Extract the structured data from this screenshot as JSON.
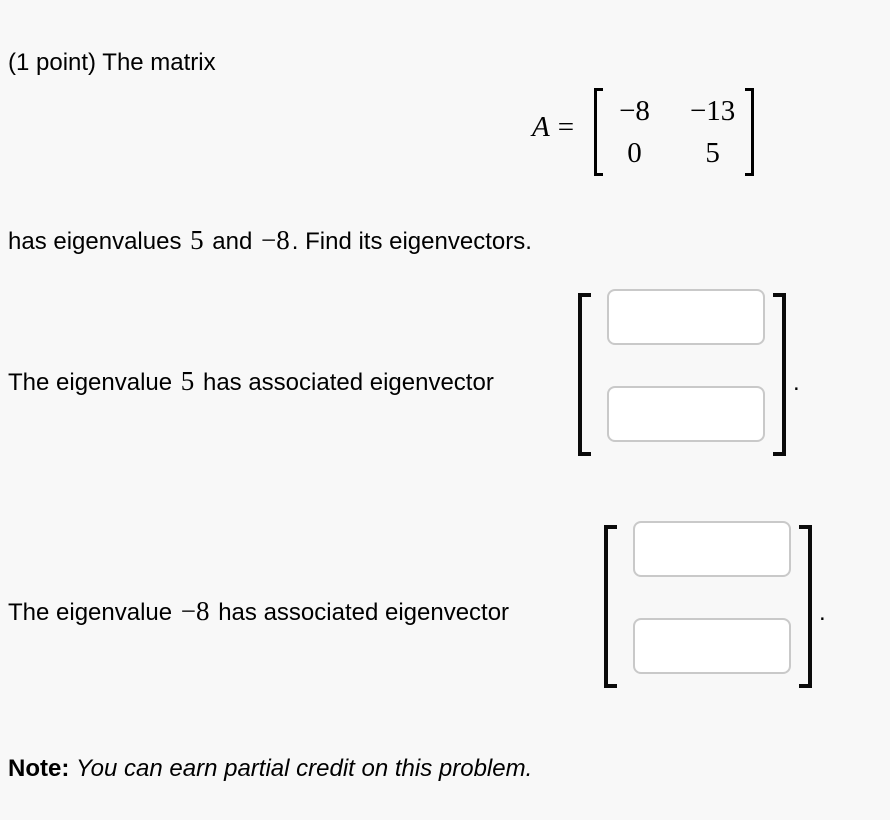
{
  "colors": {
    "background": "#f8f8f8",
    "text": "#000000",
    "bracket": "#0b0b0b",
    "input_border": "#c9c9c9",
    "input_background": "#ffffff"
  },
  "intro": "(1 point) The matrix",
  "matrix": {
    "variable": "A",
    "equals": "=",
    "rows": [
      [
        "−8",
        "−13"
      ],
      [
        "0",
        "5"
      ]
    ]
  },
  "eigenline": {
    "pre": "has eigenvalues ",
    "eigenvalue1": "5",
    "mid": " and ",
    "eigenvalue2": "−8",
    "post": ". Find its eigenvectors."
  },
  "vector1": {
    "label_pre": "The eigenvalue ",
    "eigenvalue": "5",
    "label_post": " has associated eigenvector",
    "inputs": {
      "top": "",
      "bottom": ""
    },
    "period": "."
  },
  "vector2": {
    "label_pre": "The eigenvalue ",
    "eigenvalue": "−8",
    "label_post": " has associated eigenvector",
    "inputs": {
      "top": "",
      "bottom": ""
    },
    "period": "."
  },
  "note": {
    "label": "Note:",
    "text": "You can earn partial credit on this problem."
  }
}
